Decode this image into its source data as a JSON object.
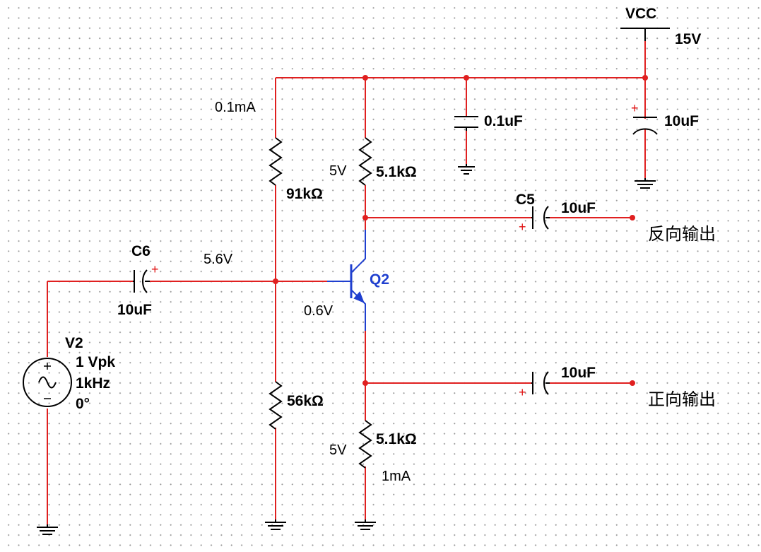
{
  "colors": {
    "wire": "#e02020",
    "component": "#000000",
    "transistor": "#1f3fcf",
    "grid": "#9a9a9a"
  },
  "labels": {
    "vcc": "VCC",
    "vcc_value": "15V",
    "cap_top_left": "0.1uF",
    "cap_top_right": "10uF",
    "r1_current": "0.1mA",
    "r1_value": "91kΩ",
    "rc_voltage": "5V",
    "rc_value": "5.1kΩ",
    "c5_name": "C5",
    "c5_value": "10uF",
    "out_inverting": "反向输出",
    "c6_name": "C6",
    "c6_value": "10uF",
    "base_voltage": "5.6V",
    "q_name": "Q2",
    "be_voltage": "0.6V",
    "source_name": "V2",
    "source_amplitude": "1 Vpk",
    "source_freq": "1kHz",
    "source_phase": "0°",
    "r2_value": "56kΩ",
    "cout2_value": "10uF",
    "out_noninverting": "正向输出",
    "re_voltage": "5V",
    "re_value": "5.1kΩ",
    "re_current": "1mA",
    "plus": "+"
  }
}
